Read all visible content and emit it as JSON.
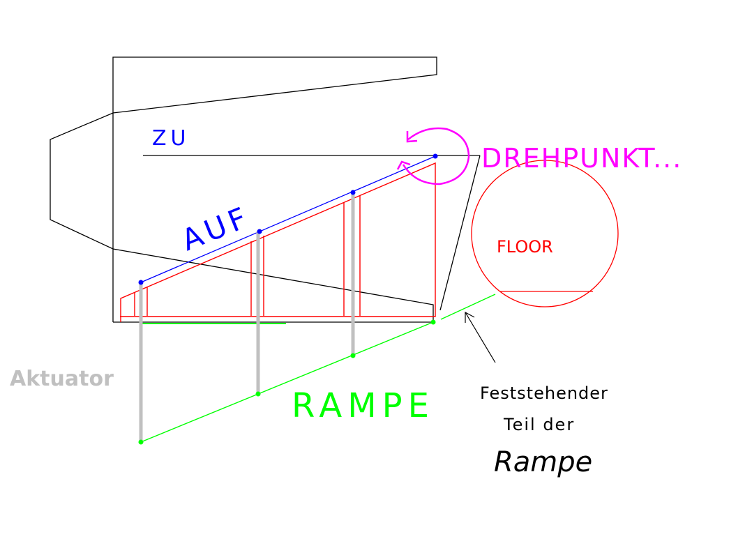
{
  "labels": {
    "zu": "ZU",
    "auf": "AUF",
    "drehpunkt": "DREHPUNKT...",
    "floor": "FLOOR",
    "rampe": "RAMPE",
    "aktuator": "Aktuator",
    "fixed_part_line1": "Feststehender",
    "fixed_part_line2": "Teil der",
    "fixed_part_line3": "Rampe"
  },
  "colors": {
    "outline": "#000000",
    "open_position": "#0000ff",
    "frame": "#ff0000",
    "ramp": "#00ff00",
    "pivot": "#ff00ff",
    "actuator": "#c0c0c0"
  }
}
